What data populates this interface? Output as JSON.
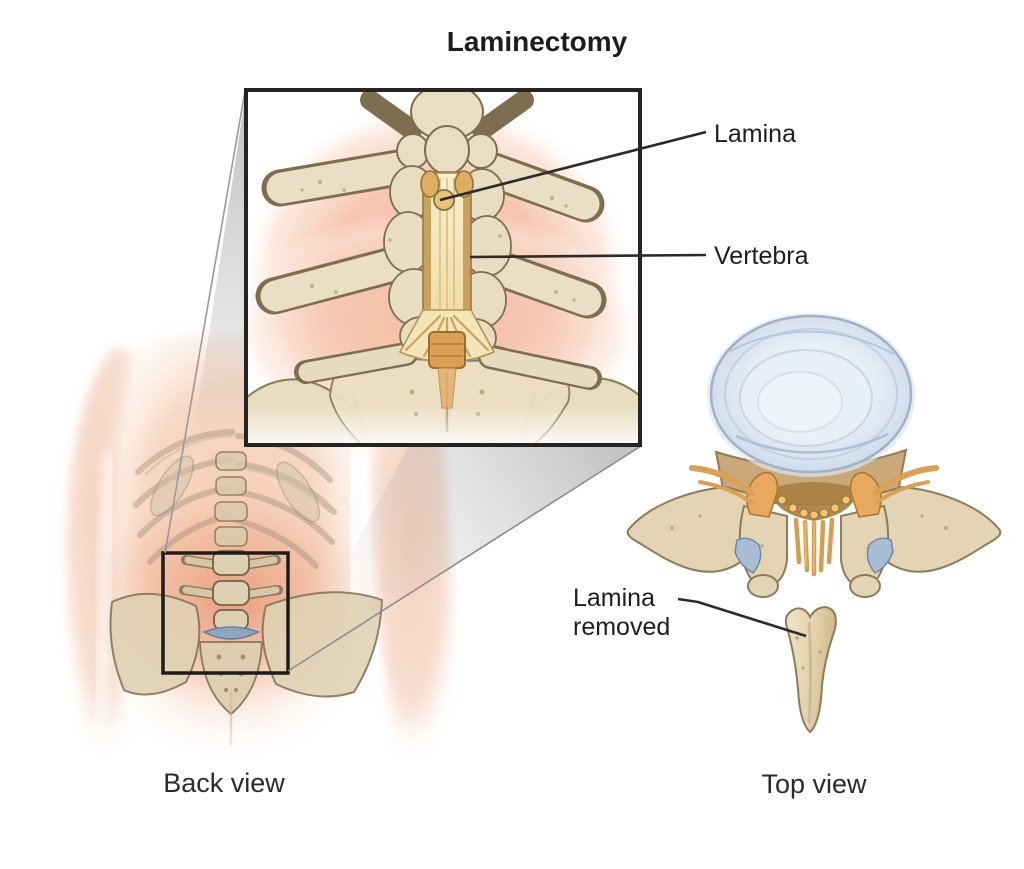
{
  "title": "Laminectomy",
  "inset": {
    "label_lamina": "Lamina",
    "label_vertebra": "Vertebra"
  },
  "back_view": {
    "caption": "Back view"
  },
  "top_view": {
    "caption": "Top view",
    "label_lamina_removed": [
      "Lamina",
      "removed"
    ]
  },
  "colors": {
    "outline_black": "#2b2b2b",
    "bone_fill": "#e9dec3",
    "bone_outline": "#7d6e50",
    "skin": "#f6cdb4",
    "inflamed_skin": "#ec9e7e",
    "inset_background_pink": "#f6c0a9",
    "thecal_sac_cream": "#f4e8c0",
    "nerve_orange": "#dd9e55",
    "disc_blue": "#dfe9f3",
    "cartilage_blue": "#9fb6cf",
    "callout_gray": "#9a9a9a"
  }
}
